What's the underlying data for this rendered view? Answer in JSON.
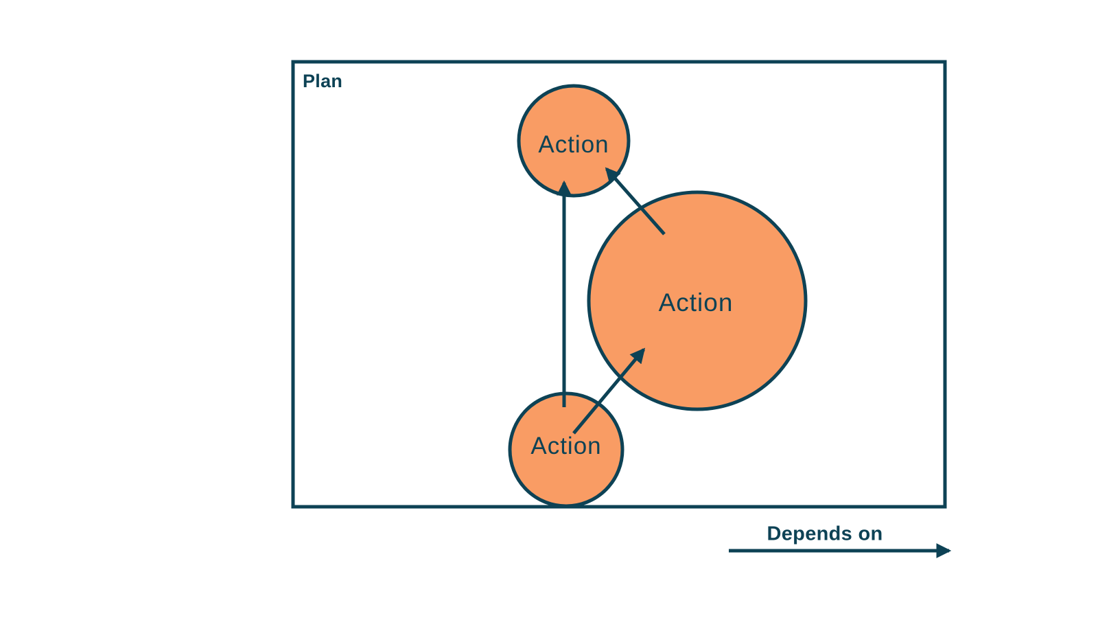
{
  "diagram": {
    "container_label": "Plan",
    "nodes": [
      {
        "id": "action-top",
        "label": "Action",
        "size": "small"
      },
      {
        "id": "action-center",
        "label": "Action",
        "size": "large"
      },
      {
        "id": "action-bottom",
        "label": "Action",
        "size": "small"
      }
    ],
    "edges": [
      {
        "from": "action-bottom",
        "to": "action-top",
        "relation": "depends on"
      },
      {
        "from": "action-center",
        "to": "action-top",
        "relation": "depends on"
      },
      {
        "from": "action-bottom",
        "to": "action-center",
        "relation": "depends on"
      }
    ],
    "legend": {
      "label": "Depends on"
    },
    "colors": {
      "stroke": "#0d4255",
      "node_fill": "#f99c64",
      "background": "#ffffff"
    }
  }
}
